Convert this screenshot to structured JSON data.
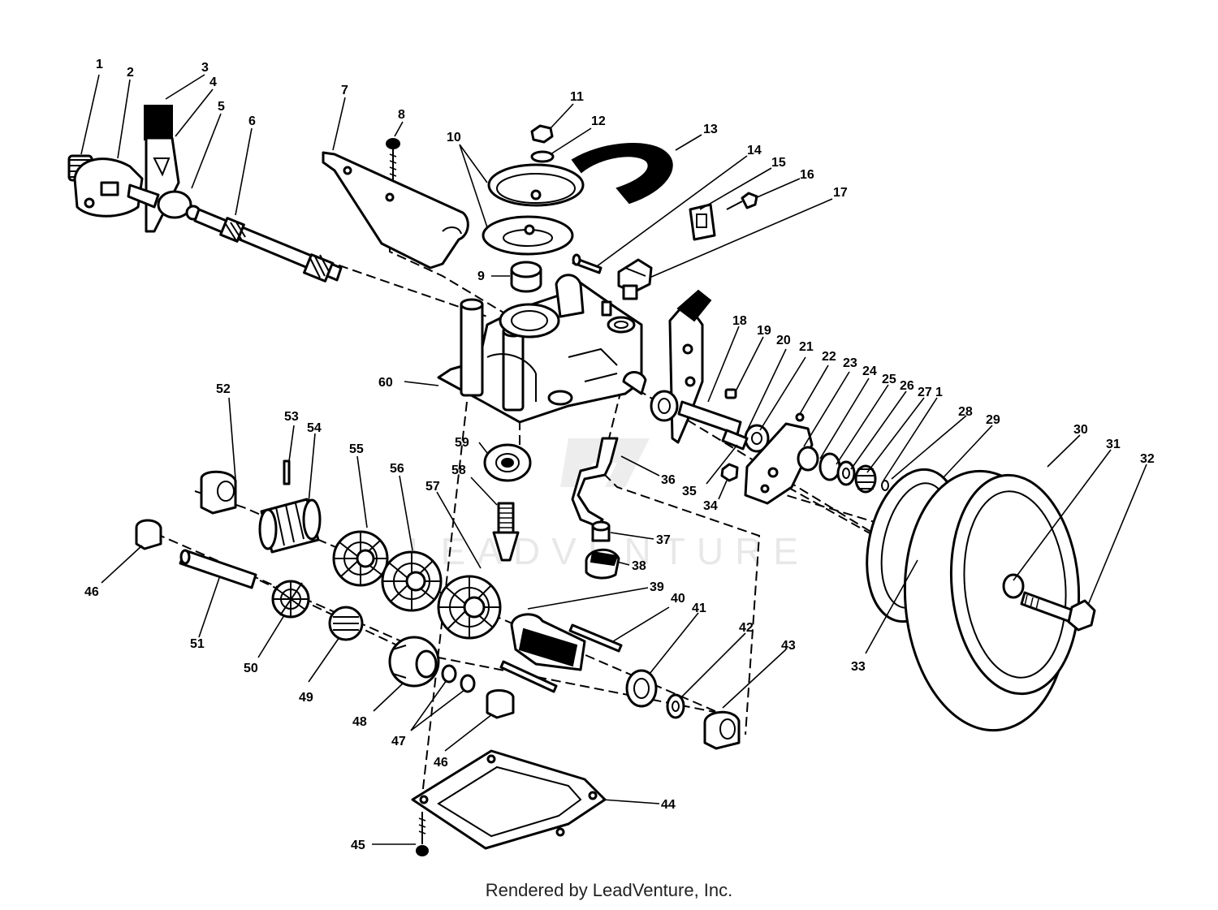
{
  "watermark": "LEADVENTURE",
  "credit": "Rendered by LeadVenture, Inc.",
  "callouts": [
    "1",
    "2",
    "3",
    "4",
    "5",
    "6",
    "7",
    "8",
    "9",
    "10",
    "11",
    "12",
    "13",
    "14",
    "15",
    "16",
    "17",
    "18",
    "19",
    "20",
    "21",
    "22",
    "23",
    "24",
    "25",
    "26",
    "27",
    "1",
    "28",
    "29",
    "30",
    "31",
    "32",
    "33",
    "34",
    "35",
    "36",
    "37",
    "38",
    "39",
    "40",
    "41",
    "42",
    "43",
    "44",
    "45",
    "46",
    "46",
    "47",
    "48",
    "49",
    "50",
    "51",
    "52",
    "53",
    "54",
    "55",
    "56",
    "57",
    "58",
    "59",
    "60"
  ]
}
